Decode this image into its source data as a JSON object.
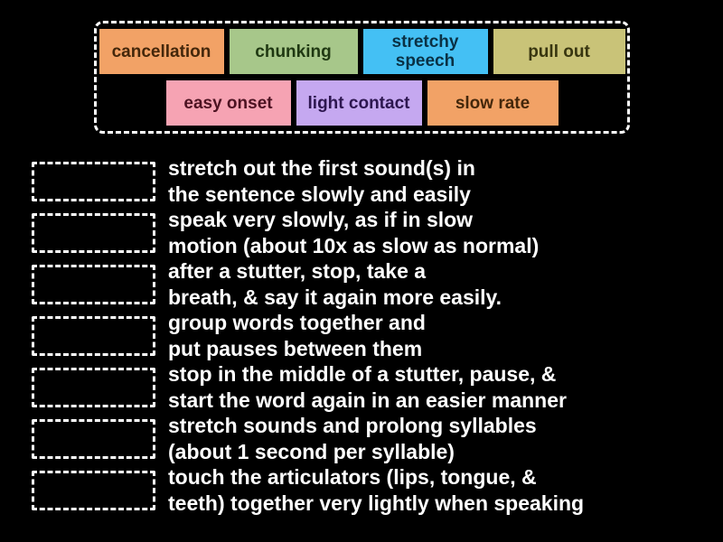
{
  "canvas": {
    "background": "#000000",
    "dash_color": "#ffffff"
  },
  "tray": {
    "rows": [
      [
        {
          "label": "cancellation",
          "bg": "#f2a266",
          "fg": "#44270b"
        },
        {
          "label": "chunking",
          "bg": "#a7c78a",
          "fg": "#1f3812"
        },
        {
          "label": "stretchy speech",
          "bg": "#44c0f4",
          "fg": "#0a3145"
        },
        {
          "label": "pull out",
          "bg": "#c9c378",
          "fg": "#383610"
        }
      ],
      [
        {
          "label": "easy onset",
          "bg": "#f6a3b3",
          "fg": "#4d1322"
        },
        {
          "label": "light contact",
          "bg": "#c5a8f0",
          "fg": "#2d1750"
        },
        {
          "label": "slow rate",
          "bg": "#f2a266",
          "fg": "#44270b"
        }
      ]
    ]
  },
  "questions": [
    {
      "lines": [
        "stretch out the first sound(s) in",
        "the sentence slowly and easily"
      ]
    },
    {
      "lines": [
        "speak very slowly, as if in slow",
        "motion (about 10x as slow as normal)"
      ]
    },
    {
      "lines": [
        "after a stutter, stop, take a",
        "breath, & say it again more easily."
      ]
    },
    {
      "lines": [
        "group words together and",
        "put pauses between them"
      ]
    },
    {
      "lines": [
        "stop in the middle of a stutter, pause, &",
        "start the word again in an easier manner"
      ]
    },
    {
      "lines": [
        "stretch sounds and prolong syllables",
        "(about 1 second per syllable)"
      ]
    },
    {
      "lines": [
        "touch the articulators (lips, tongue, &",
        "teeth) together very lightly when speaking"
      ]
    }
  ]
}
